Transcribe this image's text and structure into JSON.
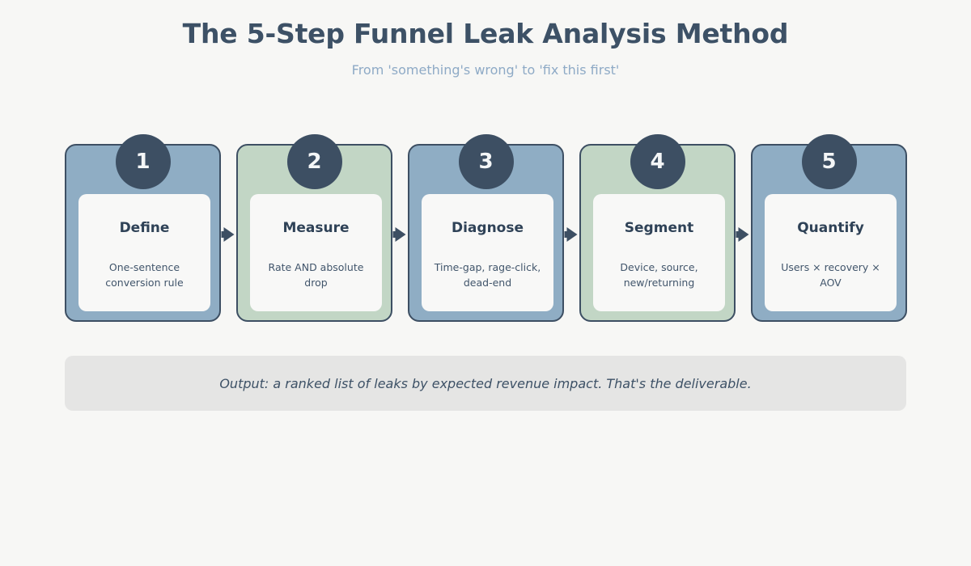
{
  "header": {
    "title": "The 5-Step Funnel Leak Analysis Method",
    "subtitle": "From 'something's wrong' to 'fix this first'"
  },
  "colors": {
    "page_background": "#f7f7f5",
    "title": "#3d5166",
    "subtitle": "#8eaac6",
    "card_blue": "#8fadc4",
    "card_green": "#c2d6c5",
    "card_border": "#3d4f63",
    "badge": "#3d4f63",
    "badge_text": "#f4f6f7",
    "inner_card": "#f8f8f7",
    "step_title": "#2f4257",
    "step_desc": "#41556b",
    "footer_background": "#e5e5e4",
    "footer_text": "#3d5166",
    "arrow": "#3d4f63"
  },
  "steps": [
    {
      "number": "1",
      "title": "Define",
      "description": "One-sentence conversion rule",
      "tone": "blue"
    },
    {
      "number": "2",
      "title": "Measure",
      "description": "Rate AND absolute drop",
      "tone": "green"
    },
    {
      "number": "3",
      "title": "Diagnose",
      "description": "Time-gap, rage-click, dead-end",
      "tone": "blue"
    },
    {
      "number": "4",
      "title": "Segment",
      "description": "Device, source, new/returning",
      "tone": "green"
    },
    {
      "number": "5",
      "title": "Quantify",
      "description": "Users × recovery × AOV",
      "tone": "blue"
    }
  ],
  "footer": {
    "text": "Output: a ranked list of leaks by expected revenue impact. That's the deliverable."
  }
}
